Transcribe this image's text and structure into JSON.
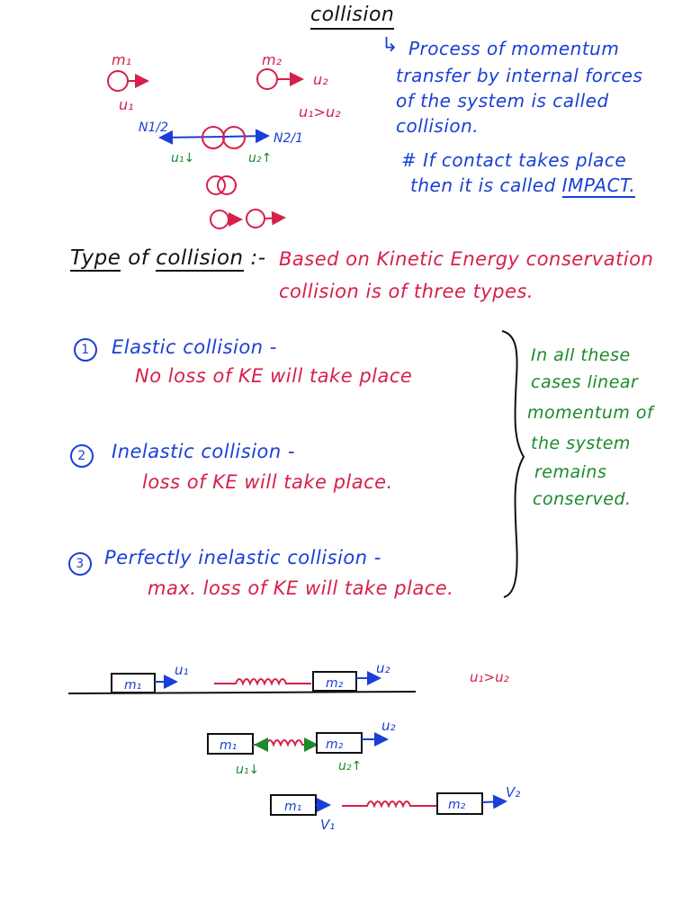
{
  "title": "collision",
  "definition": {
    "lines": [
      "Process of momentum",
      "transfer by internal forces",
      "of the system is called",
      "collision."
    ],
    "impact_line_1": "# If contact takes place",
    "impact_line_2_prefix": "then it is called ",
    "impact_word": "IMPACT."
  },
  "top_diagram": {
    "m1": "m₁",
    "u1": "u₁",
    "m2": "m₂",
    "u2": "u₂",
    "condition": "u₁>u₂",
    "n12": "N1/2",
    "n21": "N2/1",
    "u1_down": "u₁↓",
    "u2_up": "u₂↑"
  },
  "types_heading": {
    "label_part1": "Type",
    "label_part2": " of ",
    "label_part3": "collision",
    "label_part4": " :-",
    "description_line1": "Based on Kinetic Energy conservation",
    "description_line2": "collision is of three types."
  },
  "types": [
    {
      "num": "1",
      "name": "Elastic collision -",
      "detail": "No loss of KE will take place"
    },
    {
      "num": "2",
      "name": "Inelastic collision -",
      "detail": "loss of KE will take place."
    },
    {
      "num": "3",
      "name": "Perfectly inelastic collision -",
      "detail": "max. loss of KE will take place."
    }
  ],
  "side_note": [
    "In all these",
    "cases linear",
    "momentum of",
    "the system",
    "remains",
    "conserved."
  ],
  "spring_diagrams": {
    "row1": {
      "m1": "m₁",
      "u1": "u₁",
      "m2": "m₂",
      "u2": "u₂",
      "condition": "u₁>u₂"
    },
    "row2": {
      "m1": "m₁",
      "m2": "m₂",
      "u2": "u₂",
      "u1_down": "u₁↓",
      "u2_up": "u₂↑"
    },
    "row3": {
      "m1": "m₁",
      "v1": "V₁",
      "m2": "m₂",
      "v2": "V₂"
    }
  },
  "colors": {
    "red": "#d6204a",
    "blue": "#1a3fd6",
    "green": "#1a8a2a",
    "black": "#111111"
  }
}
